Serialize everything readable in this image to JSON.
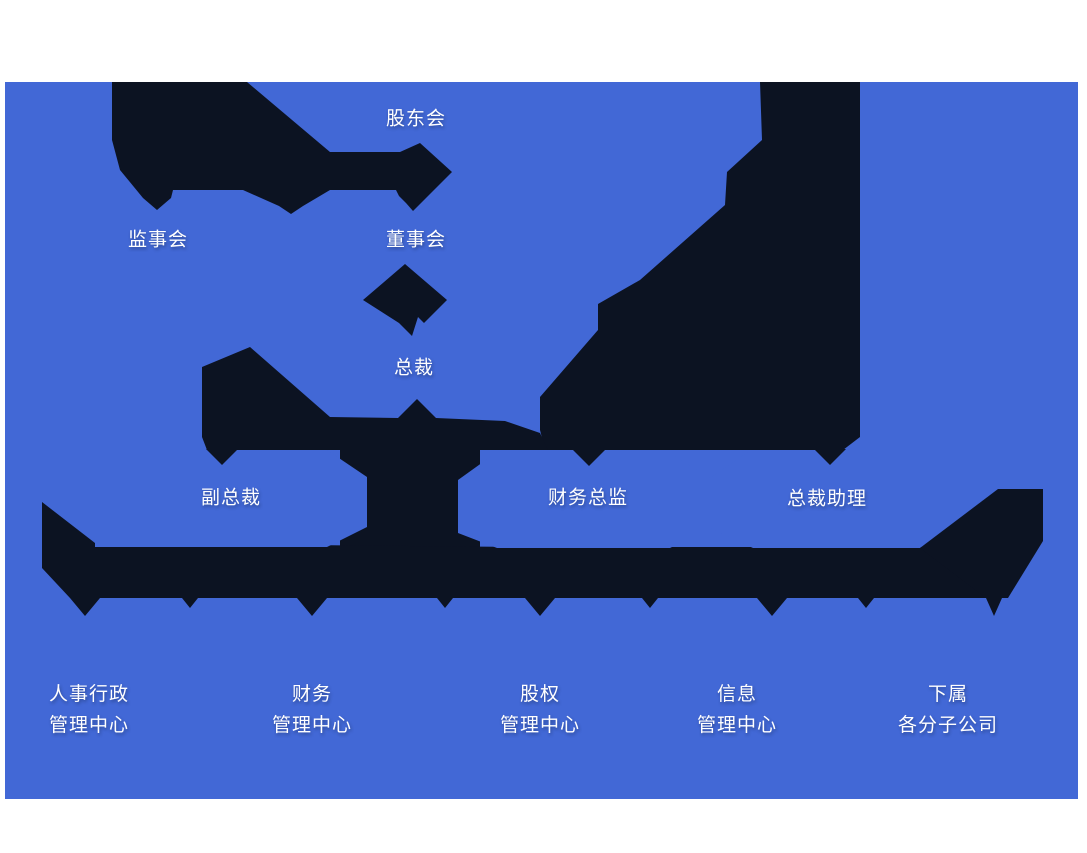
{
  "colors": {
    "page_background": "#ffffff",
    "panel_background": "#4268d6",
    "connector": "#0c1322",
    "label_text": "#ffffff"
  },
  "org_chart": {
    "nodes": {
      "shareholders": "股东会",
      "supervisory_board": "监事会",
      "board_of_directors": "董事会",
      "president": "总裁",
      "vice_president": "副总裁",
      "finance_director": "财务总监",
      "president_assistant": "总裁助理"
    },
    "departments": [
      {
        "line1": "人事行政",
        "line2": "管理中心"
      },
      {
        "line1": "财务",
        "line2": "管理中心"
      },
      {
        "line1": "股权",
        "line2": "管理中心"
      },
      {
        "line1": "信息",
        "line2": "管理中心"
      },
      {
        "line1": "下属",
        "line2": "各分子公司"
      }
    ]
  }
}
